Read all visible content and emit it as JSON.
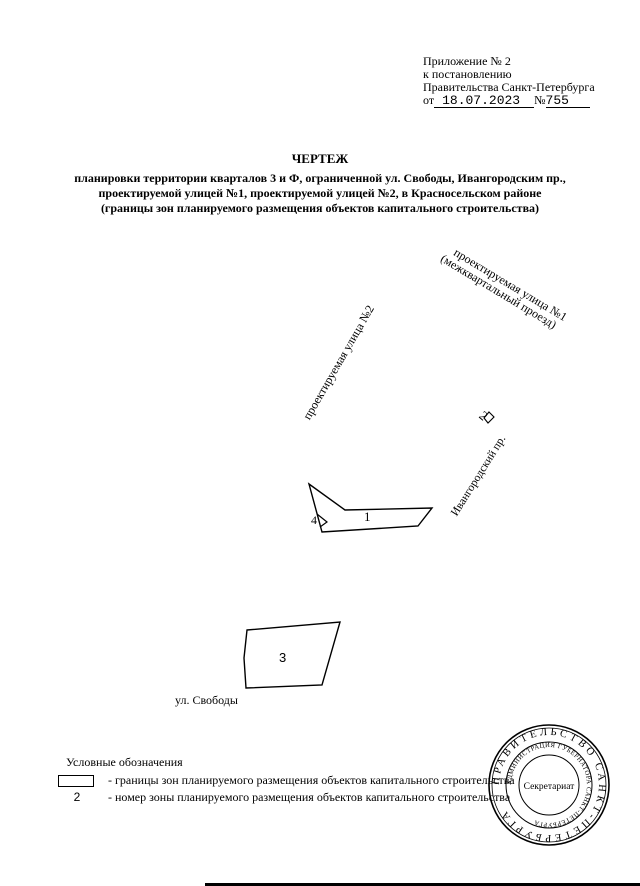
{
  "header": {
    "appendix_line1": "Приложение № 2",
    "appendix_line2": "к постановлению",
    "appendix_line3": "Правительства Санкт-Петербурга",
    "date_prefix": "от",
    "date": "18.07.2023",
    "number_prefix": "№",
    "number": "755"
  },
  "document": {
    "title": "ЧЕРТЕЖ",
    "subtitle_line1": "планировки территории кварталов 3 и Ф, ограниченной ул. Свободы, Ивангородским пр.,",
    "subtitle_line2": "проектируемой улицей №1, проектируемой улицей №2, в Красносельском районе",
    "subtitle_line3": "(границы зон планируемого размещения объектов капитального строительства)"
  },
  "map": {
    "street_1_line1": "проектируемая улица №1",
    "street_1_line2": "(межквартальный проезд)",
    "street_2": "проектируемая улица №2",
    "street_ivangorod": "Ивангородский пр.",
    "street_svobody": "ул. Свободы",
    "zones": [
      {
        "id": "1",
        "label": "1"
      },
      {
        "id": "2",
        "label": "2"
      },
      {
        "id": "3",
        "label": "3"
      },
      {
        "id": "4",
        "label": "4"
      }
    ]
  },
  "legend": {
    "title": "Условные обозначения",
    "items": [
      {
        "symbol": "box",
        "text": "- границы зон  планируемого размещения объектов капитального строительства"
      },
      {
        "symbol": "2",
        "text": "- номер зоны  планируемого размещения объектов капитального строительства"
      }
    ]
  },
  "stamp": {
    "outer_text": "ПРАВИТЕЛЬСТВО САНКТ-ПЕТЕРБУРГА",
    "inner_text": "АДМИНИСТРАЦИЯ ГУБЕРНАТОРА САНКТ-ПЕТЕРБУРГА",
    "center_text": "Секретариат"
  }
}
